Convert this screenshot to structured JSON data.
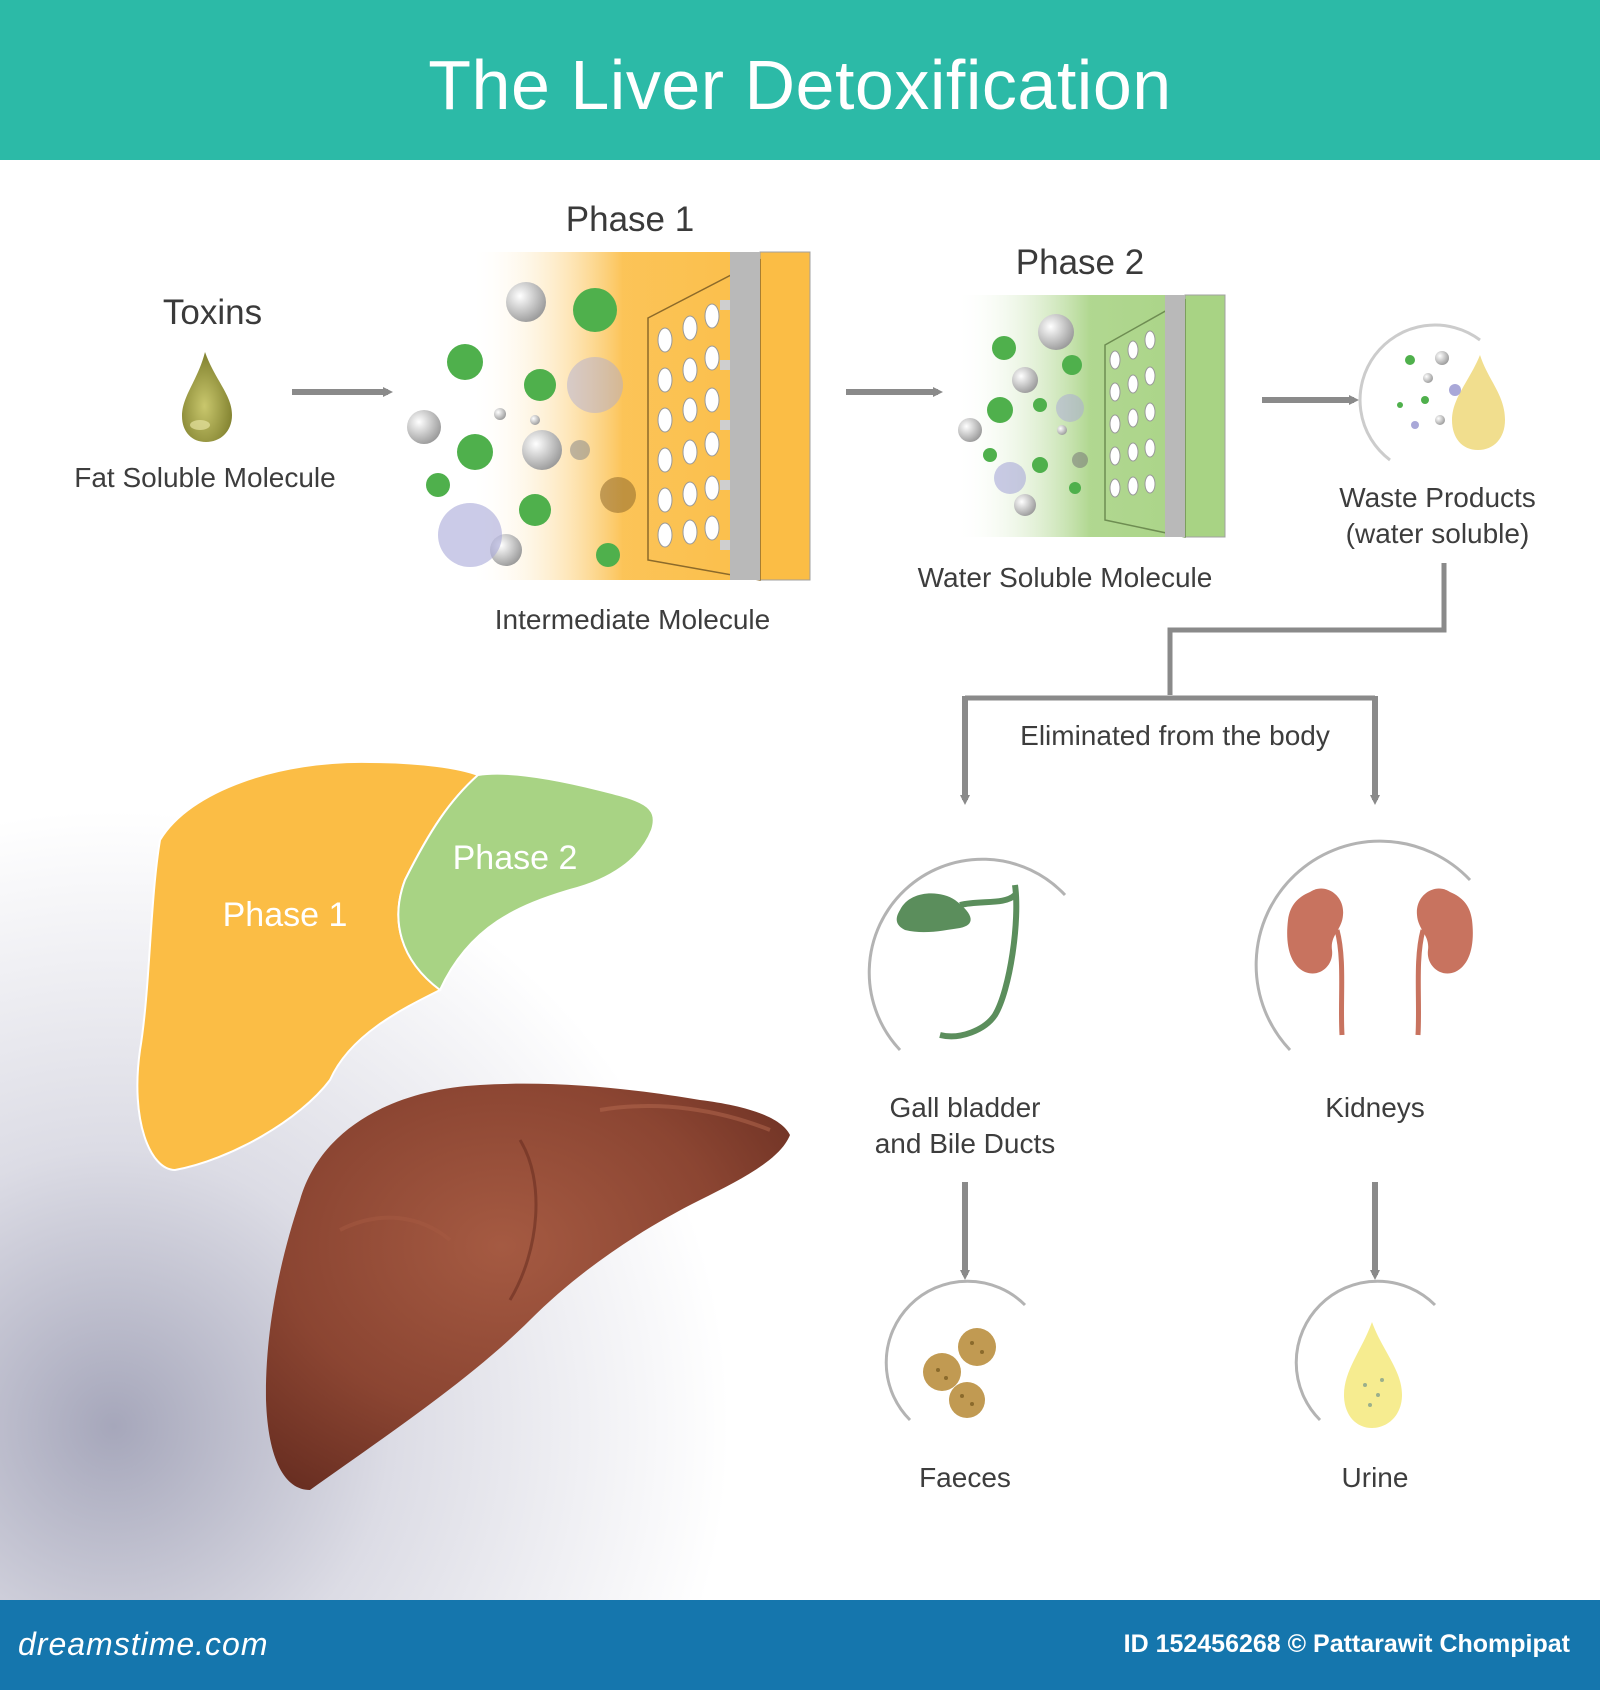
{
  "title": "The Liver Detoxification",
  "colors": {
    "header": "#2cbaa7",
    "footer": "#1576ad",
    "phase1": "#fbbd45",
    "phase2": "#a8d384",
    "liver": "#8b4532",
    "arrow": "#8a8a8a",
    "toxin_drop": "#9b9a3e",
    "gallbladder": "#5b8e5c",
    "kidney": "#c8735f"
  },
  "flow": {
    "toxins": {
      "title": "Toxins",
      "caption": "Fat Soluble Molecule",
      "icon": "droplet-icon"
    },
    "phase1": {
      "title": "Phase 1",
      "caption": "Intermediate Molecule"
    },
    "phase2": {
      "title": "Phase 2",
      "caption": "Water Soluble Molecule"
    },
    "waste": {
      "line1": "Waste Products",
      "line2": "(water soluble)"
    },
    "eliminated": "Eliminated from the body",
    "gall": {
      "line1": "Gall bladder",
      "line2": "and Bile Ducts",
      "icon": "gallbladder-icon"
    },
    "kidneys": {
      "label": "Kidneys",
      "icon": "kidneys-icon"
    },
    "faeces": {
      "label": "Faeces",
      "icon": "faeces-icon"
    },
    "urine": {
      "label": "Urine",
      "icon": "urine-drop-icon"
    }
  },
  "liver": {
    "phase1_label": "Phase 1",
    "phase2_label": "Phase 2"
  },
  "footer": {
    "brand": "dreamstime.com",
    "id": "ID 152456268 © Pattarawit Chompipat"
  }
}
